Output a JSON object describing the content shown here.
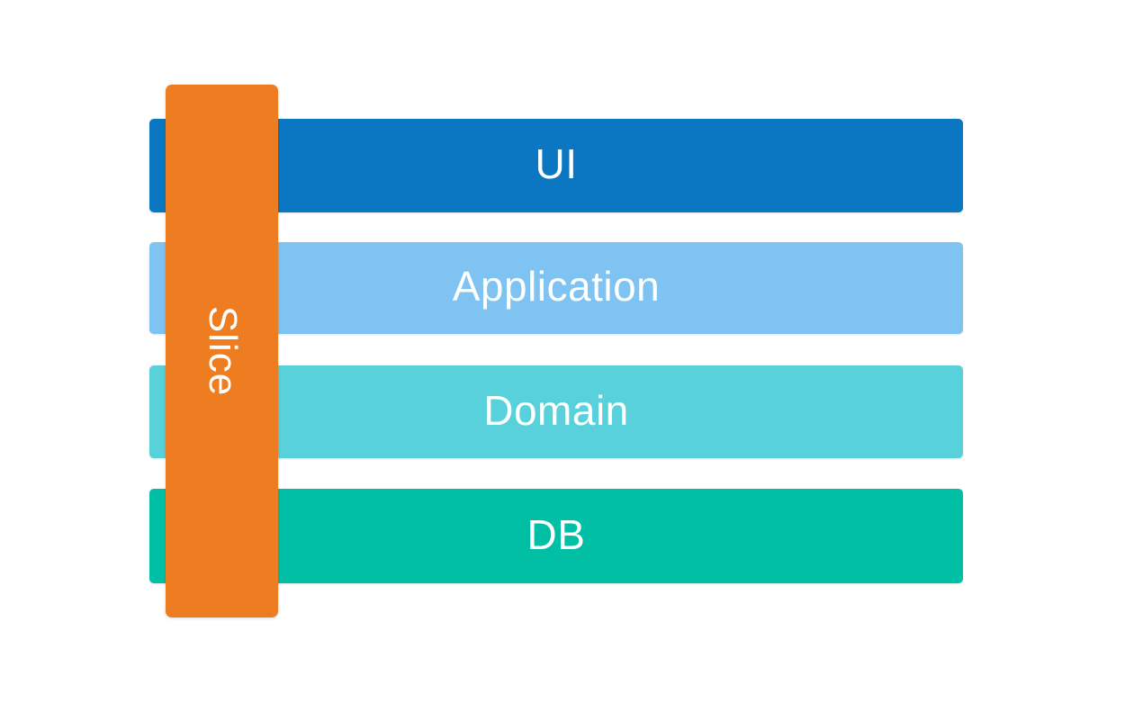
{
  "diagram": {
    "background": "#ffffff",
    "text_color": "#ffffff",
    "layers": [
      {
        "label": "UI",
        "color": "#0b77c2"
      },
      {
        "label": "Application",
        "color": "#7ec3f1"
      },
      {
        "label": "Domain",
        "color": "#58d1da"
      },
      {
        "label": "DB",
        "color": "#00bfa5"
      }
    ],
    "slice": {
      "label": "Slice",
      "color": "#ee7d22"
    }
  }
}
